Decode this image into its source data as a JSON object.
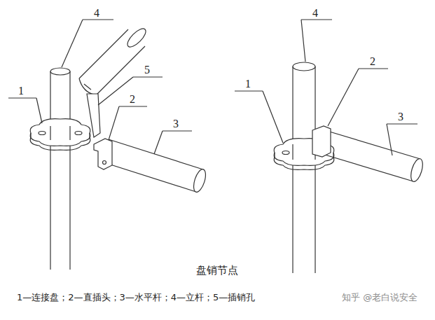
{
  "diagram": {
    "caption": "盘销节点",
    "labels": [
      "4",
      "1",
      "5",
      "2",
      "3",
      "4",
      "2",
      "1",
      "3",
      "1—连接盘；2—直插头；3—水平杆；4—立杆；5—插销孔",
      "知乎 @老白说安全"
    ]
  }
}
